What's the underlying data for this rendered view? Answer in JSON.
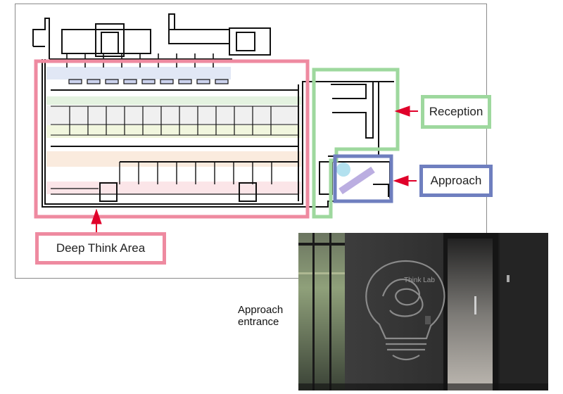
{
  "callouts": {
    "reception": "Reception",
    "approach": "Approach",
    "deep_think": "Deep Think Area"
  },
  "photo": {
    "caption_line1": "Approach",
    "caption_line2": "entrance",
    "logo_text": "Think Lab"
  },
  "colors": {
    "deep_think": "#ee8aa0",
    "reception": "#9ed89e",
    "approach": "#6f7fbf",
    "arrow": "#e0002a"
  }
}
